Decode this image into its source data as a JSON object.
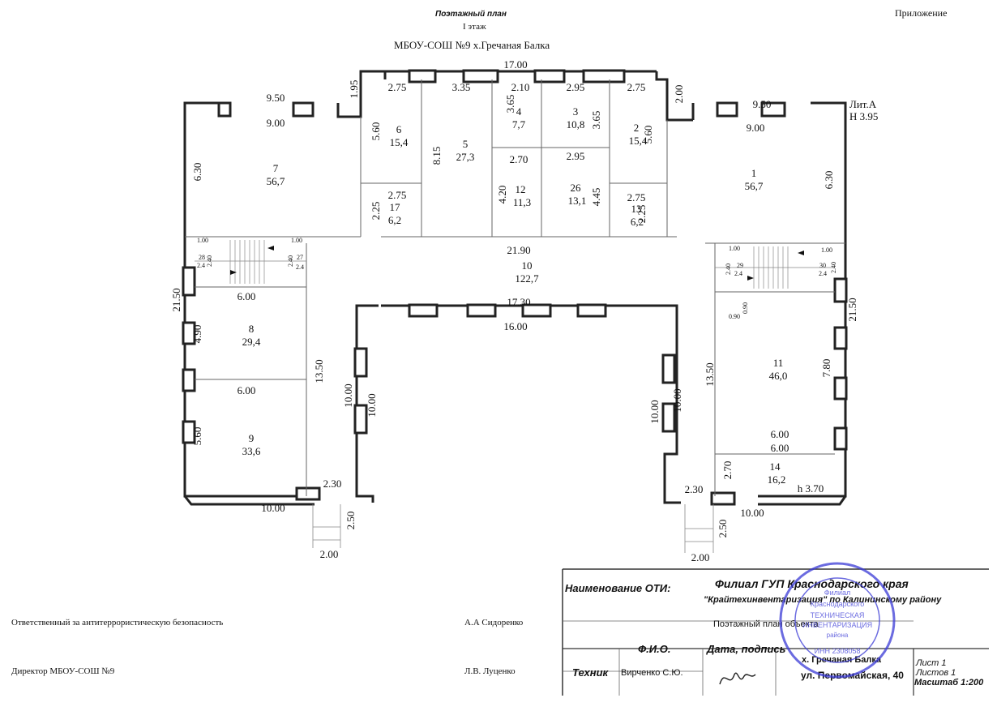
{
  "header": {
    "plan_title": "Поэтажный план",
    "floor": "I этаж",
    "object": "МБОУ-СОШ №9 х.Гречаная Балка",
    "appendix": "Приложение"
  },
  "plan": {
    "overall_width": "17.00",
    "lit": "Лит.А",
    "height": "Н 3.95",
    "rooms": [
      {
        "no": "1",
        "area": "56,7"
      },
      {
        "no": "2",
        "area": "15,4"
      },
      {
        "no": "3",
        "area": "10,8"
      },
      {
        "no": "4",
        "area": "7,7"
      },
      {
        "no": "5",
        "area": "27,3"
      },
      {
        "no": "6",
        "area": "15,4"
      },
      {
        "no": "7",
        "area": "56,7"
      },
      {
        "no": "8",
        "area": "29,4"
      },
      {
        "no": "9",
        "area": "33,6"
      },
      {
        "no": "10",
        "area": "122,7"
      },
      {
        "no": "11",
        "area": "46,0"
      },
      {
        "no": "12",
        "area": "11,3"
      },
      {
        "no": "13",
        "area": "6,2"
      },
      {
        "no": "14",
        "area": "16,2"
      },
      {
        "no": "17",
        "area": "6,2"
      },
      {
        "no": "26",
        "area": "13,1"
      }
    ],
    "dims": {
      "d_950_l": "9.50",
      "d_900_l": "9.00",
      "d_195": "1.95",
      "d_275_a": "2.75",
      "d_335": "3.35",
      "d_210": "2.10",
      "d_295_a": "2.95",
      "d_275_b": "2.75",
      "d_200_top": "2.00",
      "d_950_r": "9.50",
      "d_900_r": "9.00",
      "d_630_l": "6.30",
      "d_630_r": "6.30",
      "d_560_a": "5.60",
      "d_815": "8.15",
      "d_365_a": "3.65",
      "d_365_b": "3.65",
      "d_560_b": "5.60",
      "d_270": "2.70",
      "d_295_b": "2.95",
      "d_420": "4.20",
      "d_445": "4.45",
      "d_275_c": "2.75",
      "d_225_a": "2.25",
      "d_275_d": "2.75",
      "d_225_b": "2.25",
      "d_2190": "21.90",
      "d_1730": "17.30",
      "d_1600": "16.00",
      "d_2150_l": "21.50",
      "d_2150_r": "21.50",
      "d_600_a": "6.00",
      "d_600_b": "6.00",
      "d_490": "4.90",
      "d_560_c": "5.60",
      "d_1350_l": "13.50",
      "d_1350_r": "13.50",
      "d_1000_a": "10.00",
      "d_1000_b": "10.00",
      "d_1000_c": "10.00",
      "d_1000_d": "10.00",
      "d_230_l": "2.30",
      "d_230_r": "2.30",
      "d_1000_bl": "10.00",
      "d_1000_br": "10.00",
      "d_250_l": "2.50",
      "d_250_r": "2.50",
      "d_200_l": "2.00",
      "d_200_r": "2.00",
      "d_780": "7.80",
      "d_600_c": "6.00",
      "d_600_d": "6.00",
      "d_270_b": "2.70",
      "d_h370": "h 3.70",
      "d_100_a": "1.00",
      "d_100_b": "1.00",
      "d_100_c": "1.00",
      "d_100_d": "1.00",
      "d_240_a": "2.40",
      "d_24_a": "2.4",
      "d_240_b": "2.40",
      "d_24_b": "2.4",
      "d_240_c": "2.40",
      "d_24_c": "2.4",
      "d_240_d": "2.40",
      "d_24_d": "2.4",
      "d_28": "28",
      "d_27": "27",
      "d_29": "29",
      "d_30": "30",
      "d_090": "0.90",
      "d_090b": "0.90"
    }
  },
  "footer": {
    "security_label": "Ответственный за антитеррористическую безопасность",
    "security_name": "А.А Сидоренко",
    "director_label": "Директор  МБОУ-СОШ №9",
    "director_name": "Л.В. Луценко"
  },
  "stamp": {
    "oti_label": "Наименование ОТИ:",
    "oti_value_1": "Филиал ГУП Краснодарского края",
    "oti_value_2": "\"Крайтехинвентаризация\" по Калининскому району",
    "doc_name": "Поэтажный план объекта",
    "fio_label": "Ф.И.О.",
    "date_label": "Дата, подпись",
    "address_1": "х. Гречаная Балка",
    "address_2": "ул. Первомайская, 40",
    "technician_label": "Техник",
    "technician_name": "Вирченко С.Ю.",
    "sheet": "Лист 1",
    "sheets": "Листов 1",
    "scale": "Масштаб 1:200",
    "seal_text_1": "ТЕХНИЧЕСКАЯ",
    "seal_text_2": "ИНВЕНТАРИЗАЦИЯ",
    "seal_text_3": "Краснодарского",
    "seal_text_4": "Филиал",
    "seal_text_5": "района",
    "seal_text_6": "ИНН 2308058"
  }
}
